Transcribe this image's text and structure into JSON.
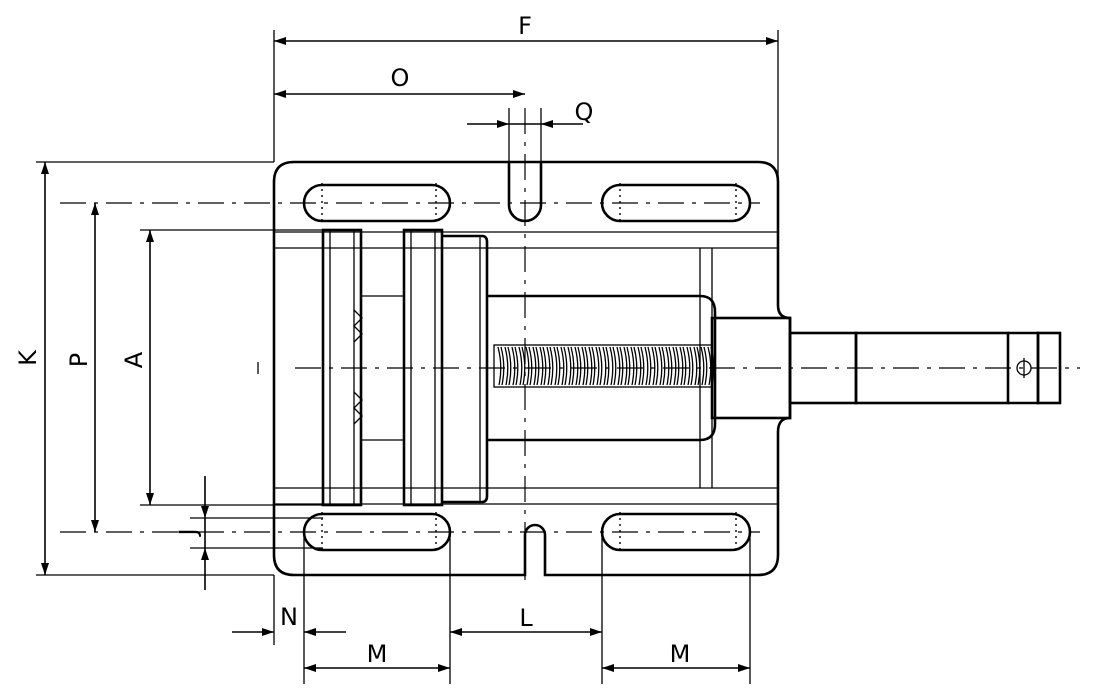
{
  "drawing": {
    "dimension_labels": {
      "F": "F",
      "O": "O",
      "Q": "Q",
      "K": "K",
      "P": "P",
      "A": "A",
      "J": "J",
      "N": "N",
      "M_left": "M",
      "L": "L",
      "M_right": "M"
    },
    "colors": {
      "line": "#000000",
      "background": "#ffffff"
    }
  }
}
